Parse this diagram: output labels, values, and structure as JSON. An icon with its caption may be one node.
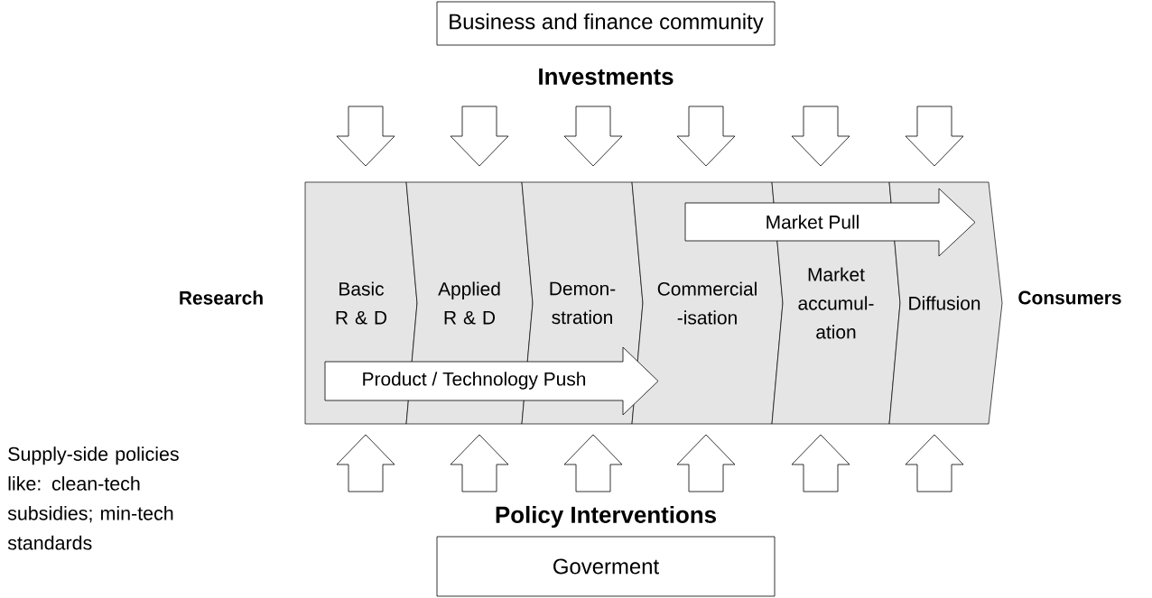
{
  "diagram": {
    "nodes": [
      {
        "text": [
          "Business and finance community"
        ]
      },
      {
        "text": [
          "Market Pull"
        ]
      },
      {
        "text": [
          "Basic R & D"
        ]
      },
      {
        "text": [
          "Applied R & D"
        ]
      },
      {
        "text": [
          "Demon- stration"
        ]
      },
      {
        "text": [
          "Commercial -isation"
        ]
      },
      {
        "text": [
          "Market accumul- ation"
        ]
      },
      {
        "text": [
          "Diffusion"
        ]
      },
      {
        "text": [
          "Product / Technology Push"
        ]
      },
      {
        "text": [
          "Goverment"
        ]
      }
    ],
    "edges": [
      {
        "from": null,
        "to": 2,
        "arrow": "to"
      },
      {
        "from": null,
        "to": 3,
        "arrow": "to"
      },
      {
        "from": null,
        "to": 4,
        "arrow": "to"
      },
      {
        "from": null,
        "to": 5,
        "arrow": "to"
      },
      {
        "from": null,
        "to": 6,
        "arrow": "to"
      },
      {
        "from": null,
        "to": 7,
        "arrow": "to"
      },
      {
        "from": null,
        "to": 2,
        "arrow": "to"
      },
      {
        "from": null,
        "to": 3,
        "arrow": "to"
      },
      {
        "from": null,
        "to": 4,
        "arrow": "to"
      },
      {
        "from": null,
        "to": 5,
        "arrow": "to"
      },
      {
        "from": null,
        "to": 6,
        "arrow": "to"
      },
      {
        "from": null,
        "to": 7,
        "arrow": "to"
      }
    ],
    "labels": [
      "Investments",
      "Research",
      "Consumers",
      "Supply-side policies like: clean-tech subsidies; min-tech standards",
      "Policy Interventions"
    ]
  }
}
